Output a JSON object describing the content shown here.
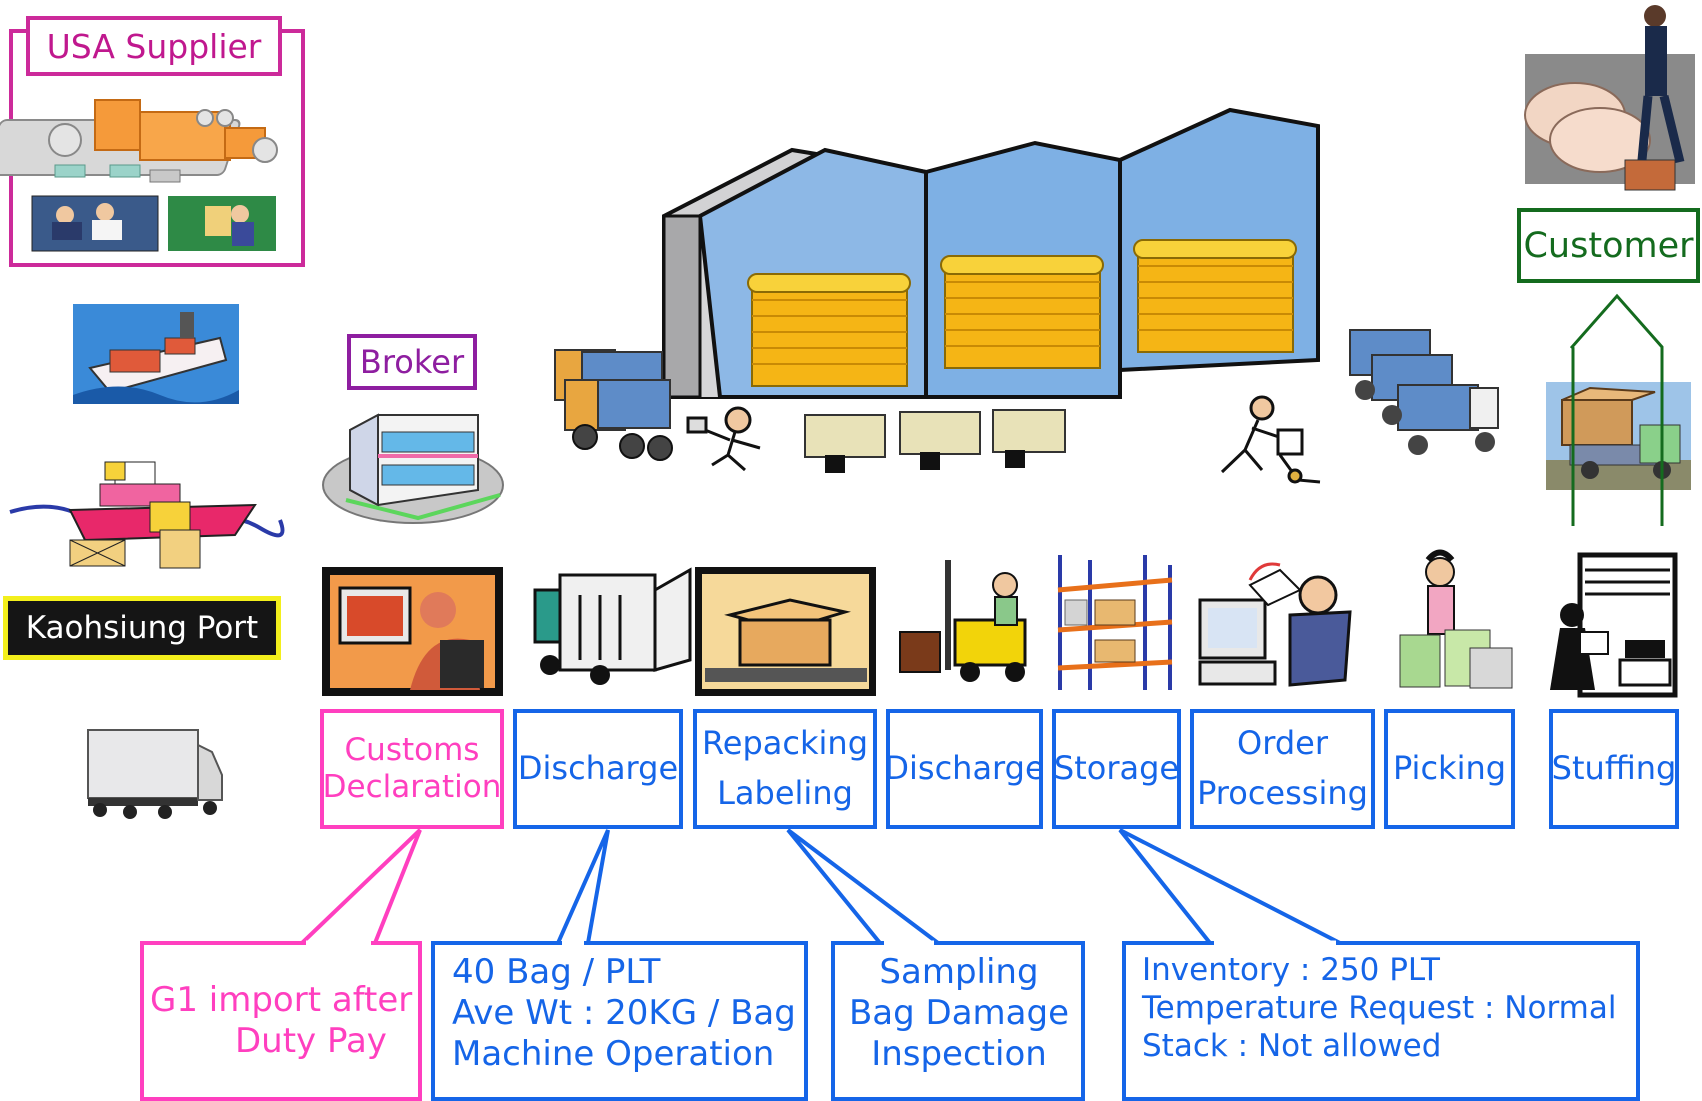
{
  "labels": {
    "supplier": "USA Supplier",
    "broker": "Broker",
    "port": "Kaohsiung Port",
    "customer": "Customer"
  },
  "steps": [
    {
      "key": "customs",
      "lines": [
        "Customs",
        "Declaration"
      ]
    },
    {
      "key": "discharge1",
      "lines": [
        "Discharge"
      ]
    },
    {
      "key": "repacking",
      "lines": [
        "Repacking",
        "Labeling"
      ]
    },
    {
      "key": "discharge2",
      "lines": [
        "Discharge"
      ]
    },
    {
      "key": "storage",
      "lines": [
        "Storage"
      ]
    },
    {
      "key": "order",
      "lines": [
        "Order",
        "Processing"
      ]
    },
    {
      "key": "picking",
      "lines": [
        "Picking"
      ]
    },
    {
      "key": "stuffing",
      "lines": [
        "Stuffing"
      ]
    }
  ],
  "callouts": {
    "customs": [
      "G1 import after",
      "Duty Pay"
    ],
    "discharge": [
      "40 Bag / PLT",
      "Ave Wt : 20KG / Bag",
      "Machine Operation"
    ],
    "sampling": [
      "Sampling",
      "Bag Damage",
      "Inspection"
    ],
    "storage": [
      "Inventory : 250 PLT",
      "Temperature Request : Normal",
      "Stack : Not allowed"
    ]
  },
  "icons": [
    "factory-icon",
    "workers-icon",
    "ship-icon",
    "cargo-ship-icon",
    "trailer-truck-icon",
    "broker-building-icon",
    "warehouse-icon",
    "delivery-truck-icon",
    "worker-running-icon",
    "carrier-box-icon",
    "hand-truck-icon",
    "truck-fleet-icon",
    "farmer-pigs-icon",
    "box-truck-icon",
    "computer-operator-icon",
    "unloading-truck-icon",
    "box-conveyor-icon",
    "forklift-icon",
    "storage-rack-icon",
    "email-computer-icon",
    "picker-icon",
    "stuffing-icon"
  ],
  "colors": {
    "pink": "#ff3fbf",
    "magenta": "#cc2a9a",
    "purple": "#8e1ea0",
    "green": "#146b1e",
    "blue": "#1565e8",
    "yellow": "#f3ef1c"
  }
}
